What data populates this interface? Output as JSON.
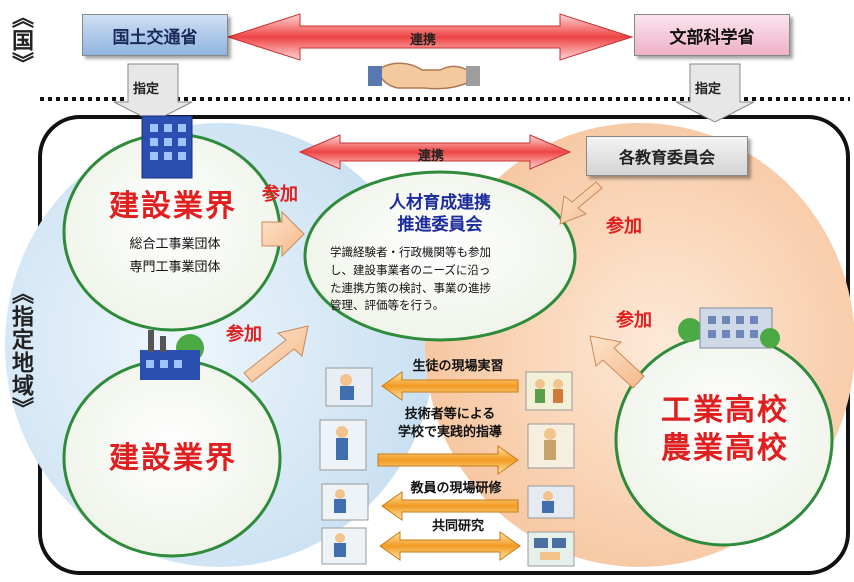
{
  "side_labels": {
    "national": "《国》",
    "region": "《指定地域》"
  },
  "national": {
    "mlit": "国土交通省",
    "mext": "文部科学省",
    "link_label": "連携",
    "designate_label": "指定"
  },
  "region": {
    "link_label": "連携",
    "boards": "各教育委員会",
    "industry_top": {
      "title": "建設業界",
      "members": [
        "総合工事業団体",
        "専門工事業団体"
      ]
    },
    "industry_bottom": {
      "title": "建設業界"
    },
    "committee": {
      "title_line1": "人材育成連携",
      "title_line2": "推進委員会",
      "description_lines": [
        "学識経験者・行政機関等も参加",
        "し、建設事業者のニーズに沿っ",
        "た連携方策の検討、事業の進捗",
        "管理、評価等を行う。"
      ]
    },
    "schools": {
      "line1": "工業高校",
      "line2": "農業高校"
    },
    "join_labels": [
      "参加",
      "参加",
      "参加",
      "参加"
    ],
    "activities": [
      "生徒の現場実習",
      "技術者等による",
      "学校で実践的指導",
      "教員の現場研修",
      "共同研究"
    ]
  },
  "colors": {
    "blue_box": "#8fb4df",
    "pink_box": "#eeb1c8",
    "red_text": "#e02020",
    "green_circle": "#2e8b3a",
    "peach_bg": "#f8d2b4",
    "blue_bg": "#d6e8f6"
  }
}
